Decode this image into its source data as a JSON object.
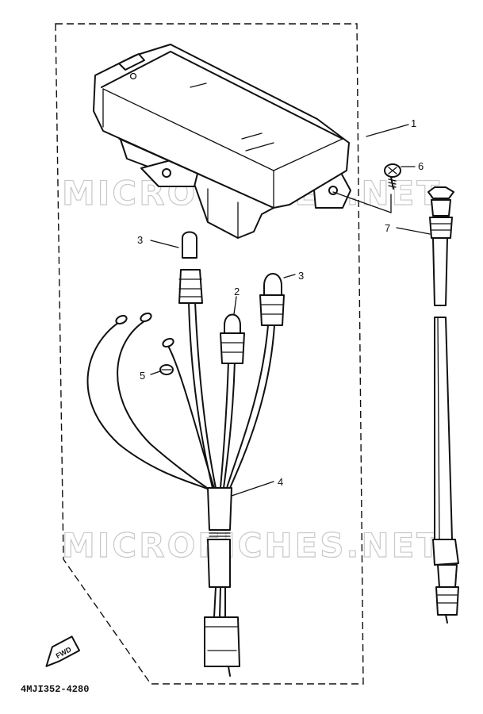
{
  "watermark": {
    "text": "MICROFICHES.NET"
  },
  "callouts": [
    {
      "id": "1",
      "label": "1"
    },
    {
      "id": "2",
      "label": "2"
    },
    {
      "id": "3a",
      "label": "3"
    },
    {
      "id": "3b",
      "label": "3"
    },
    {
      "id": "4",
      "label": "4"
    },
    {
      "id": "5",
      "label": "5"
    },
    {
      "id": "6",
      "label": "6"
    },
    {
      "id": "7",
      "label": "7"
    }
  ],
  "fwd_label": "FWD",
  "part_code": "4MJI352-4280"
}
